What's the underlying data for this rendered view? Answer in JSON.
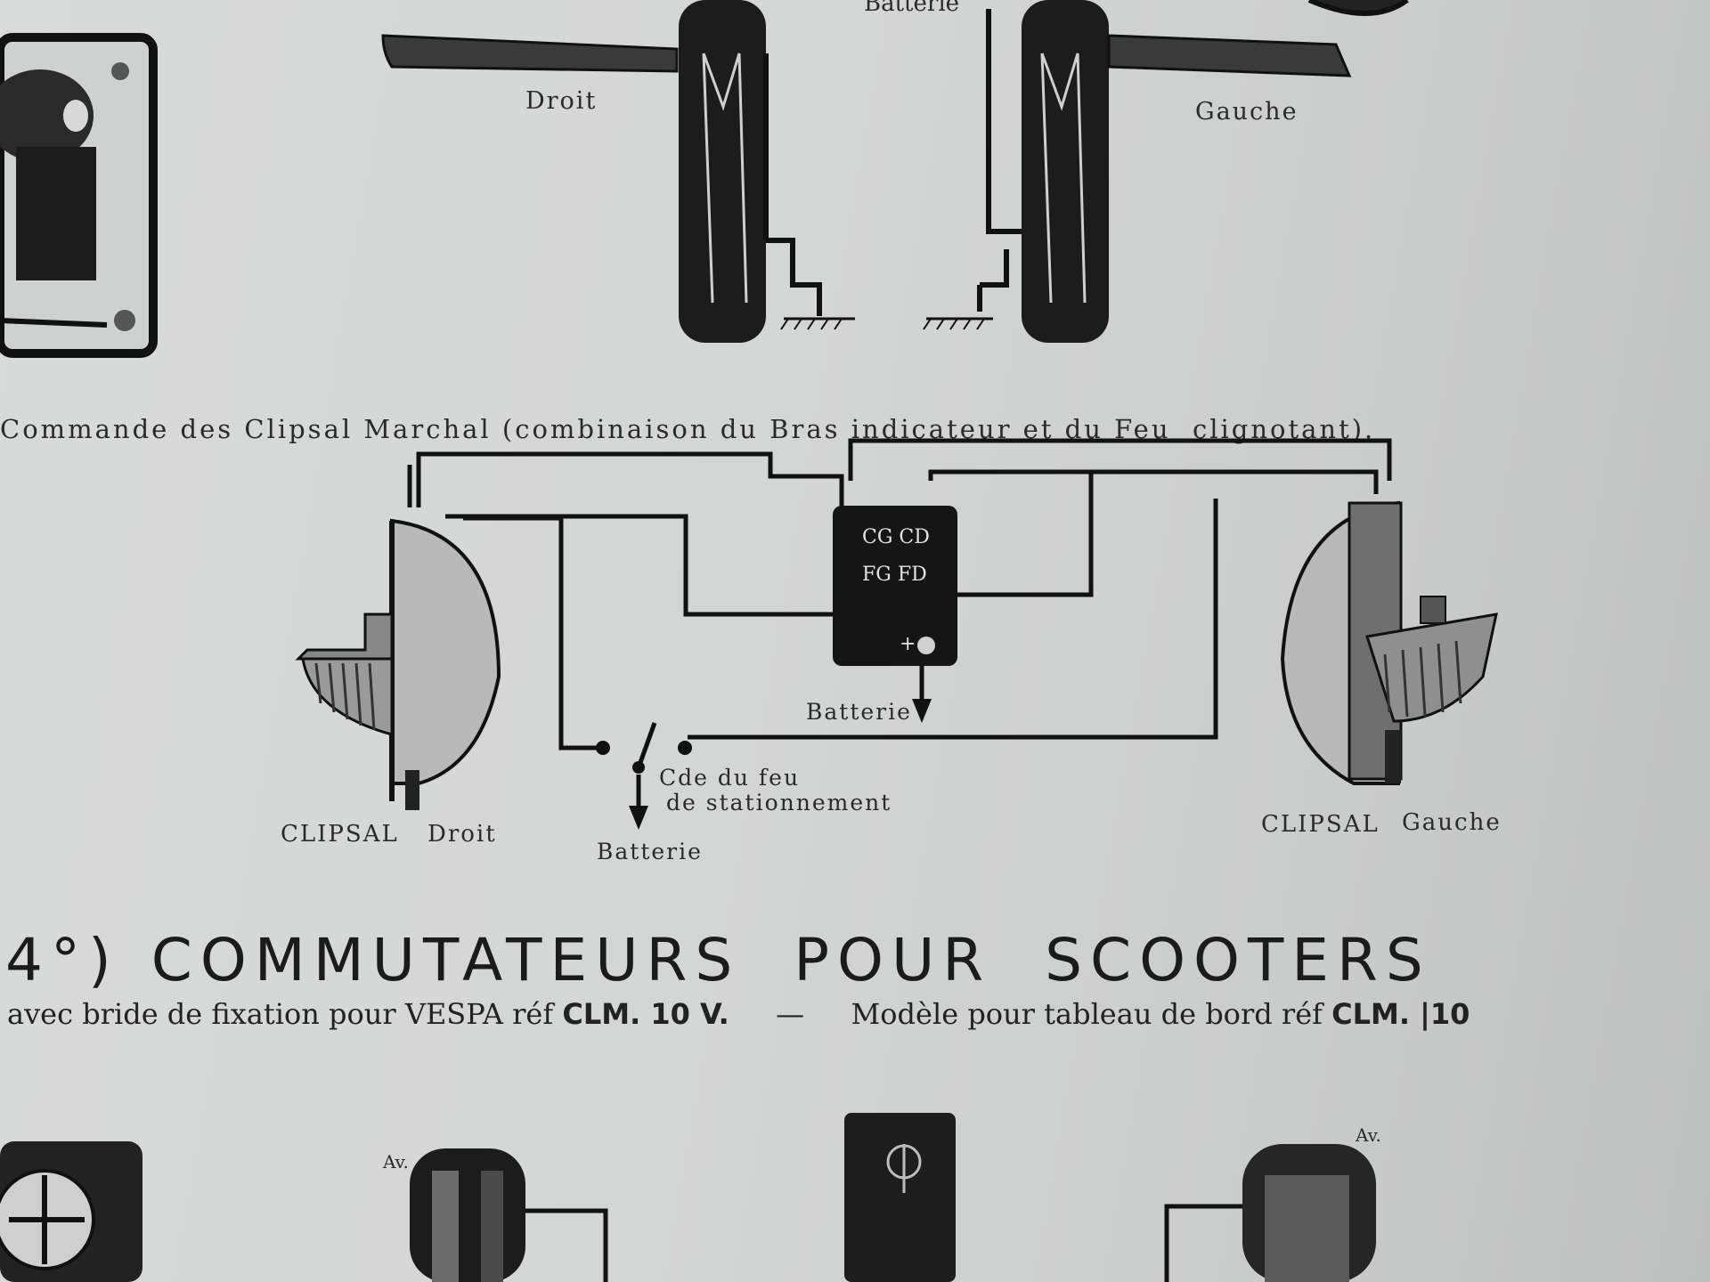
{
  "top_labels": {
    "battery_top": "Batterie",
    "right_stalk": "Droit",
    "left_stalk": "Gauche"
  },
  "caption": "Commande des Clipsal Marchal (combinaison du Bras indicateur et du Feu  clignotant).",
  "relay": {
    "terminals_top": "CG CD",
    "terminals_mid": "FG FD",
    "plus": "+"
  },
  "labels": {
    "battery_center": "Batterie",
    "battery_switch": "Batterie",
    "switch_line1": "Cde du feu",
    "switch_line2": "de stationnement",
    "clipsal_right_1": "CLIPSAL",
    "clipsal_right_2": "Droit",
    "clipsal_left_1": "CLIPSAL",
    "clipsal_left_2": "Gauche",
    "av_left": "Av.",
    "av_right": "Av."
  },
  "section": {
    "number": "4°)",
    "title": "COMMUTATEURS  POUR  SCOOTERS",
    "sub_a": "avec bride de fixation pour VESPA réf",
    "sub_a_ref": "CLM. 10 V.",
    "dash": "—",
    "sub_b": "Modèle pour tableau de bord réf",
    "sub_b_ref": "CLM. |10"
  }
}
